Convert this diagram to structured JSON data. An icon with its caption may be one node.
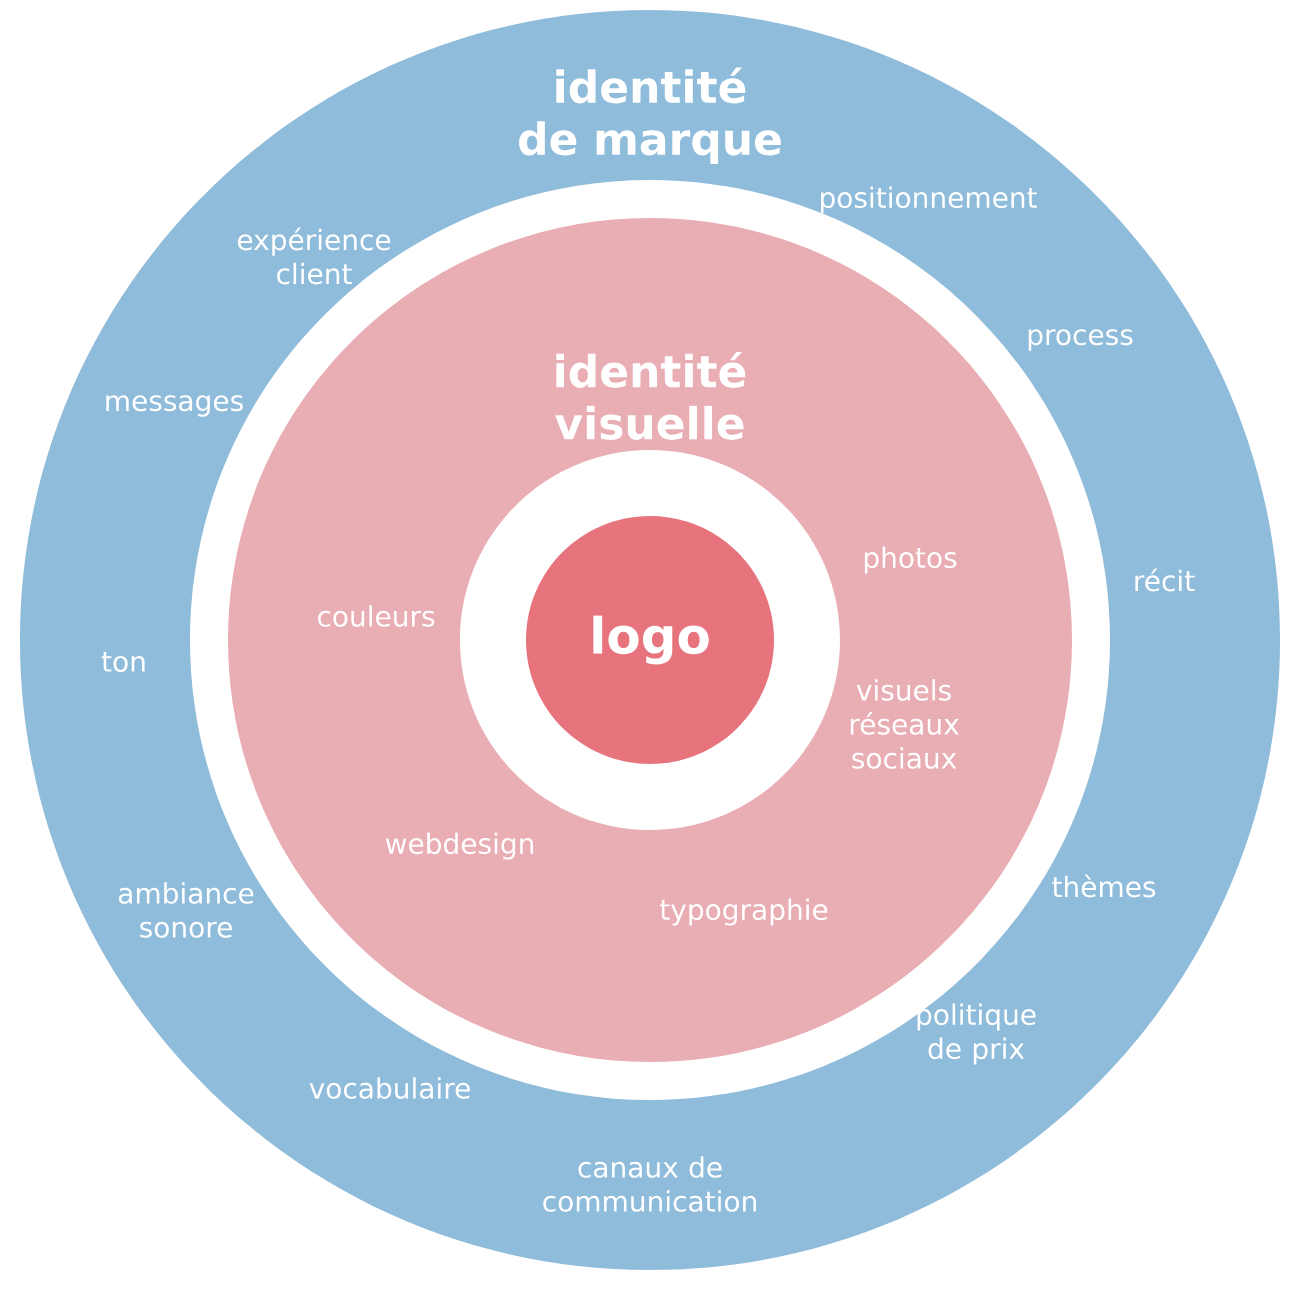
{
  "diagram": {
    "nodes": [
      {
        "text": [
          "identité de marque"
        ]
      },
      {
        "text": [
          "identité visuelle"
        ],
        "in": 0
      },
      {
        "text": [
          "logo"
        ],
        "in": 1
      }
    ],
    "labels": [
      "positionnement",
      "expérience client",
      "process",
      "messages",
      "photos",
      "récit",
      "couleurs",
      "ton",
      "visuels réseaux sociaux",
      "webdesign",
      "thèmes",
      "ambiance sonore",
      "typographie",
      "politique de prix",
      "vocabulaire",
      "canaux de communication"
    ]
  }
}
